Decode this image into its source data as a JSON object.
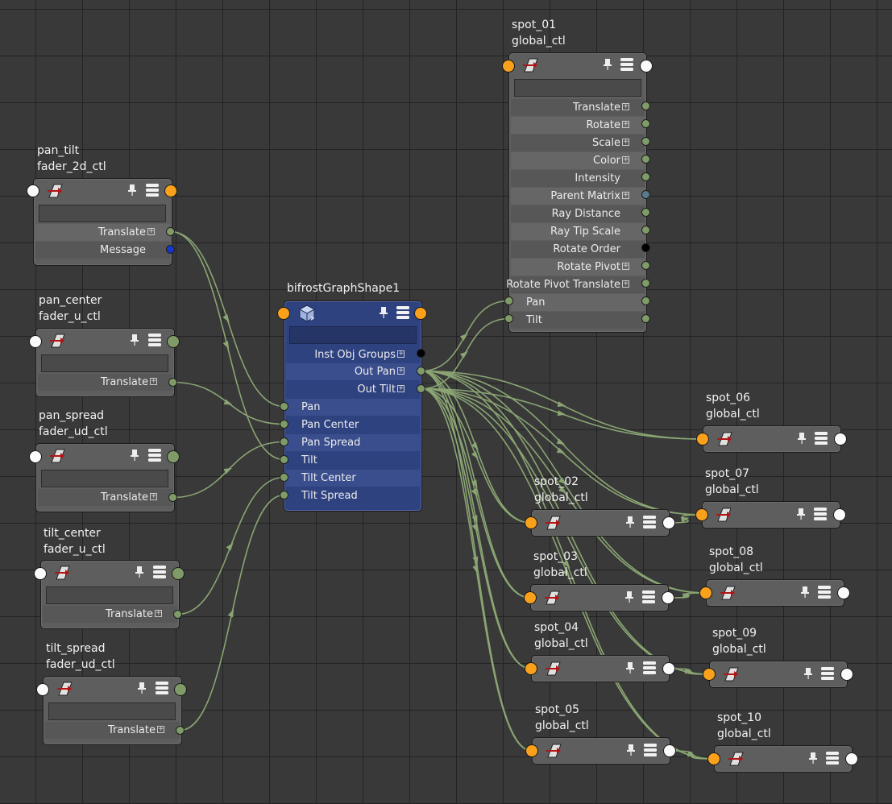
{
  "controller_nodes": [
    {
      "line1": "pan_tilt",
      "line2": "fader_2d_ctl",
      "out_label": "Translate",
      "msg_label": "Message"
    },
    {
      "line1": "pan_center",
      "line2": "fader_u_ctl",
      "out_label": "Translate"
    },
    {
      "line1": "pan_spread",
      "line2": "fader_ud_ctl",
      "out_label": "Translate"
    },
    {
      "line1": "tilt_center",
      "line2": "fader_u_ctl",
      "out_label": "Translate"
    },
    {
      "line1": "tilt_spread",
      "line2": "fader_ud_ctl",
      "out_label": "Translate"
    }
  ],
  "bifrost_node": {
    "title": "bifrostGraphShape1",
    "outputs": [
      "Inst Obj Groups",
      "Out Pan",
      "Out Tilt"
    ],
    "inputs": [
      "Pan",
      "Pan Center",
      "Pan Spread",
      "Tilt",
      "Tilt Center",
      "Tilt Spread"
    ]
  },
  "spot_main": {
    "line1": "spot_01",
    "line2": "global_ctl",
    "attributes": [
      "Translate",
      "Rotate",
      "Scale",
      "Color",
      "Intensity",
      "Parent Matrix",
      "Ray Distance",
      "Ray Tip Scale",
      "Rotate Order",
      "Rotate Pivot",
      "Rotate Pivot Translate"
    ],
    "inputs": [
      "Pan",
      "Tilt"
    ]
  },
  "spot_nodes": [
    {
      "line1": "spot_02",
      "line2": "global_ctl"
    },
    {
      "line1": "spot_03",
      "line2": "global_ctl"
    },
    {
      "line1": "spot_04",
      "line2": "global_ctl"
    },
    {
      "line1": "spot_05",
      "line2": "global_ctl"
    },
    {
      "line1": "spot_06",
      "line2": "global_ctl"
    },
    {
      "line1": "spot_07",
      "line2": "global_ctl"
    },
    {
      "line1": "spot_08",
      "line2": "global_ctl"
    },
    {
      "line1": "spot_09",
      "line2": "global_ctl"
    },
    {
      "line1": "spot_10",
      "line2": "global_ctl"
    }
  ],
  "colors": {
    "background": "#393939",
    "grid": "#232323",
    "node_body": "#5e5e5e",
    "bifrost_body": "#2f4280",
    "wire": "#8aa573",
    "port_orange": "#f9a11b",
    "port_white": "#fbfbfb",
    "port_green": "#7f9b68"
  },
  "icons": [
    "transform-icon",
    "pin-icon",
    "attribute-stack-icon",
    "bifrost-cube-icon",
    "expand-plus-icon"
  ]
}
